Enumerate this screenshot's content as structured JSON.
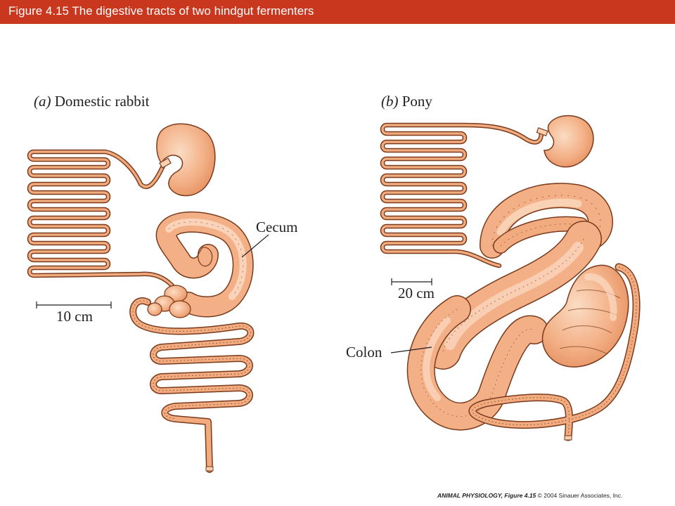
{
  "figure": {
    "title": "Figure 4.15  The digestive tracts of two hindgut fermenters"
  },
  "panel_a": {
    "letter": "(a)",
    "name": "Domestic rabbit",
    "scale_label": "10 cm",
    "cecum_label": "Cecum"
  },
  "panel_b": {
    "letter": "(b)",
    "name": "Pony",
    "scale_label": "20 cm",
    "colon_label": "Colon"
  },
  "credit": {
    "book": "ANIMAL PHYSIOLOGY, Figure 4.15",
    "copyright": " © 2004 Sinauer Associates, Inc."
  },
  "colors": {
    "title_bar": "#c9381e",
    "tissue_fill": "#f2ab7f",
    "tissue_light": "#f9cfb0",
    "tissue_outline": "#7a3a1c"
  }
}
